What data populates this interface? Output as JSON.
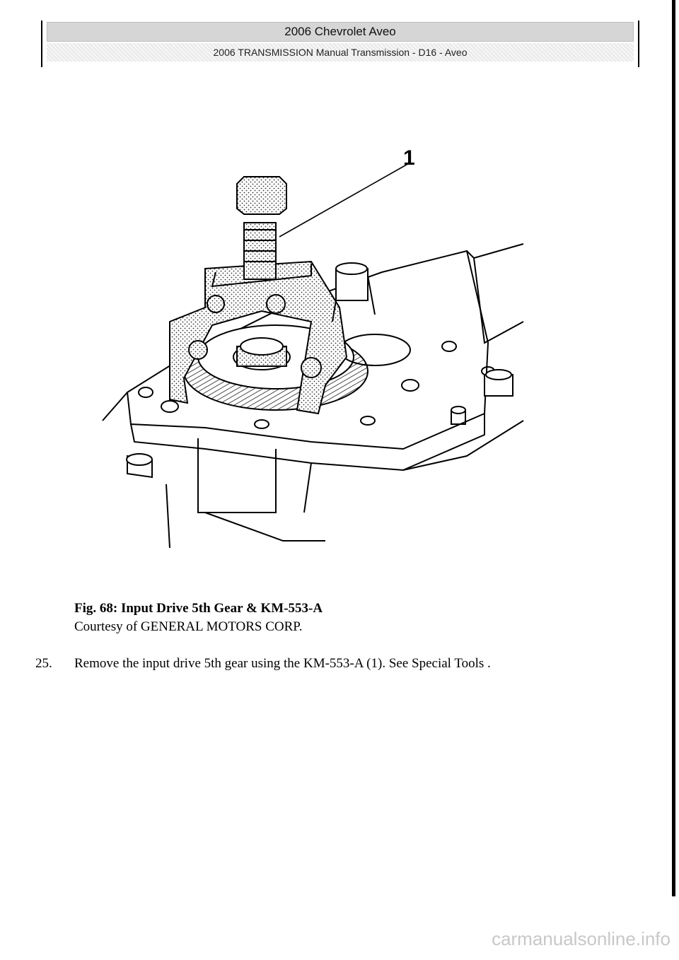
{
  "header": {
    "title": "2006 Chevrolet Aveo",
    "subtitle": "2006 TRANSMISSION Manual Transmission - D16 - Aveo"
  },
  "figure": {
    "callout": "1"
  },
  "caption": {
    "title": "Fig. 68: Input Drive 5th Gear & KM-553-A",
    "credit": "Courtesy of GENERAL MOTORS CORP."
  },
  "step": {
    "number": "25.",
    "text": "Remove the input drive 5th gear using the KM-553-A (1). See Special Tools ."
  },
  "watermark": "carmanualsonline.info"
}
